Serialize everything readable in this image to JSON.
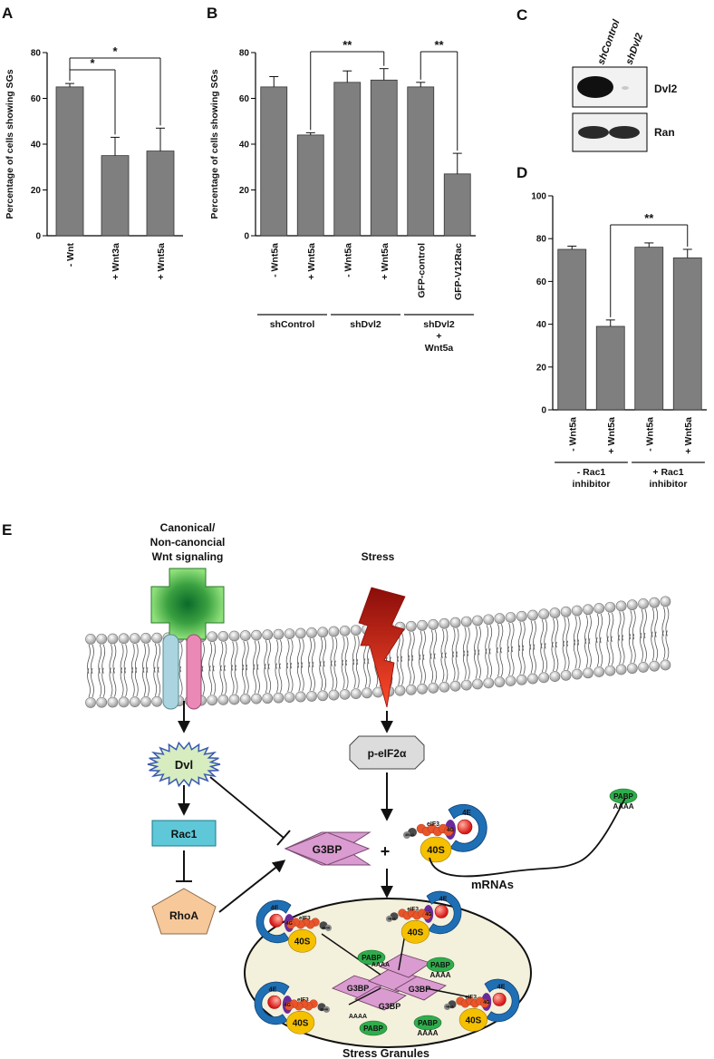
{
  "panels": {
    "a": "A",
    "b": "B",
    "c": "C",
    "d": "D",
    "e": "E"
  },
  "colors": {
    "bar": "#7f7f7f",
    "axis": "#000000",
    "g3bp": "#d99bd0",
    "rac1": "#5fc8d8",
    "rhoa": "#f7c89a",
    "dvl": "#d7edc0",
    "eif2a": "#dcdcdc",
    "stress": "#d8261e",
    "wnt": "#4fbf4a",
    "granule": "#f3f0dc",
    "eIF3": "#e8552a",
    "s40": "#f5c000",
    "cap": "#1f6fb5",
    "pabp": "#2fad4c"
  },
  "chart_data": [
    {
      "id": "A",
      "type": "bar",
      "ylabel": "Percentage of  cells showing SGs",
      "ylim": [
        0,
        80
      ],
      "yticks": [
        "0",
        "20",
        "40",
        "60",
        "80"
      ],
      "categories": [
        "- Wnt",
        "+ Wnt3a",
        "+ Wnt5a"
      ],
      "values": [
        65,
        35,
        37
      ],
      "errors": [
        1.5,
        8,
        10
      ],
      "significance": [
        {
          "from": 0,
          "to": 1,
          "label": "*"
        },
        {
          "from": 0,
          "to": 2,
          "label": "*"
        }
      ]
    },
    {
      "id": "B",
      "type": "bar",
      "ylabel": "Percentage of  cells showing SGs",
      "ylim": [
        0,
        80
      ],
      "yticks": [
        "0",
        "20",
        "40",
        "60",
        "80"
      ],
      "categories": [
        "- Wnt5a",
        "+ Wnt5a",
        "- Wnt5a",
        "+ Wnt5a",
        "GFP-control",
        "GFP-V12Rac"
      ],
      "values": [
        65,
        44,
        67,
        68,
        65,
        27
      ],
      "errors": [
        4.5,
        1,
        5,
        5,
        2,
        9
      ],
      "groups": [
        "shControl",
        "shDvl2",
        "shDvl2 + Wnt5a"
      ],
      "significance": [
        {
          "from": 1,
          "to": 3,
          "label": "**"
        },
        {
          "from": 4,
          "to": 5,
          "label": "**"
        }
      ]
    },
    {
      "id": "C",
      "type": "other",
      "lanes": [
        "shControl",
        "shDvl2"
      ],
      "bands": [
        "Dvl2",
        "Ran"
      ]
    },
    {
      "id": "D",
      "type": "bar",
      "ylim": [
        0,
        100
      ],
      "yticks": [
        "0",
        "20",
        "40",
        "60",
        "80",
        "100"
      ],
      "categories": [
        "- Wnt5a",
        "+ Wnt5a",
        "- Wnt5a",
        "+ Wnt5a"
      ],
      "values": [
        75,
        39,
        76,
        71
      ],
      "errors": [
        1.5,
        3,
        2,
        4
      ],
      "groups": [
        "- Rac1 inhibitor",
        "+ Rac1 inhibitor"
      ],
      "significance": [
        {
          "from": 1,
          "to": 3,
          "label": "**"
        }
      ]
    }
  ],
  "diagram": {
    "wnt_line1": "Canonical/",
    "wnt_line2": "Non-canoncial",
    "wnt_line3": "Wnt signaling",
    "stress": "Stress",
    "dvl": "Dvl",
    "rac1": "Rac1",
    "rhoa": "RhoA",
    "g3bp": "G3BP",
    "peif2a": "p-eIF2α",
    "plus": "+",
    "eif3": "eIF3",
    "s40": "40S",
    "e4": "4E",
    "g4": "4G",
    "a4": "4B4A",
    "pabp": "PABP",
    "aaaa": "AAAA",
    "mrnas": "mRNAs",
    "granules": "Stress Granules"
  }
}
